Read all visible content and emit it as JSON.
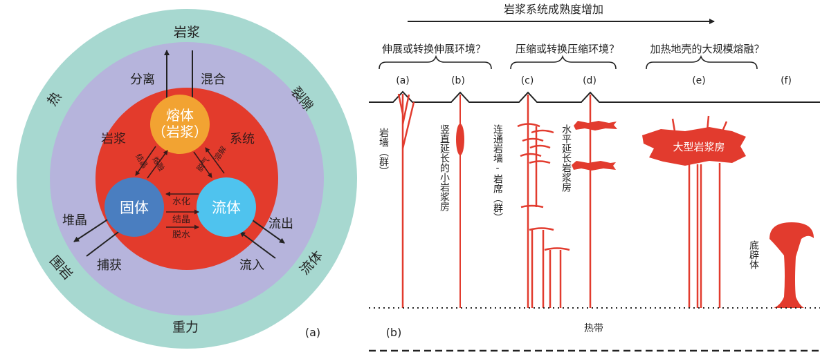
{
  "panel_a": {
    "label": "(a)",
    "outer_ring": {
      "top": "岩浆",
      "bottom": "重力",
      "left_upper": "热",
      "right_upper": "裂隙",
      "left_lower": "围岩",
      "right_lower": "流体"
    },
    "middle_ring": {
      "separate": "分离",
      "mix": "混合",
      "crystallize_out": "堆晶",
      "capture": "捕获",
      "flow_out": "流出",
      "flow_in": "流入"
    },
    "inner": {
      "magma_left": "岩浆",
      "system_right": "系统",
      "melt_line1": "熔体",
      "melt_line2": "（岩浆）",
      "solid": "固体",
      "fluid": "流体",
      "arrow_crystal": "结晶",
      "arrow_melting": "熔融",
      "arrow_degas": "脱气",
      "arrow_dissolve": "溶解",
      "arrow_hydration": "水化",
      "arrow_crystal2": "结晶",
      "arrow_dehydration": "脱水"
    },
    "colors": {
      "outer": "#a7d8d0",
      "middle": "#b6b4dc",
      "inner": "#e33b2c",
      "melt": "#f2a332",
      "solid": "#4a7ec0",
      "fluid": "#4fc3ee"
    }
  },
  "panel_b": {
    "label": "(b)",
    "top_arrow": "岩浆系统成熟度增加",
    "groups": [
      "伸展或转换伸展环境？",
      "压缩或转换压缩环境？",
      "加热地壳的大规模熔融？"
    ],
    "cases": [
      "(a)",
      "(b)",
      "(c)",
      "(d)",
      "(e)",
      "(f)"
    ],
    "vertical_labels": {
      "a": "岩墙（群）",
      "b": "竖直延长的小岩浆房",
      "c": "连通岩墙-岩席（群）",
      "d": "水平延长岩浆房",
      "f": "底辟体"
    },
    "large_chamber": "大型岩浆房",
    "hot_zone": "热带",
    "colors": {
      "magma": "#e23b2e"
    }
  }
}
